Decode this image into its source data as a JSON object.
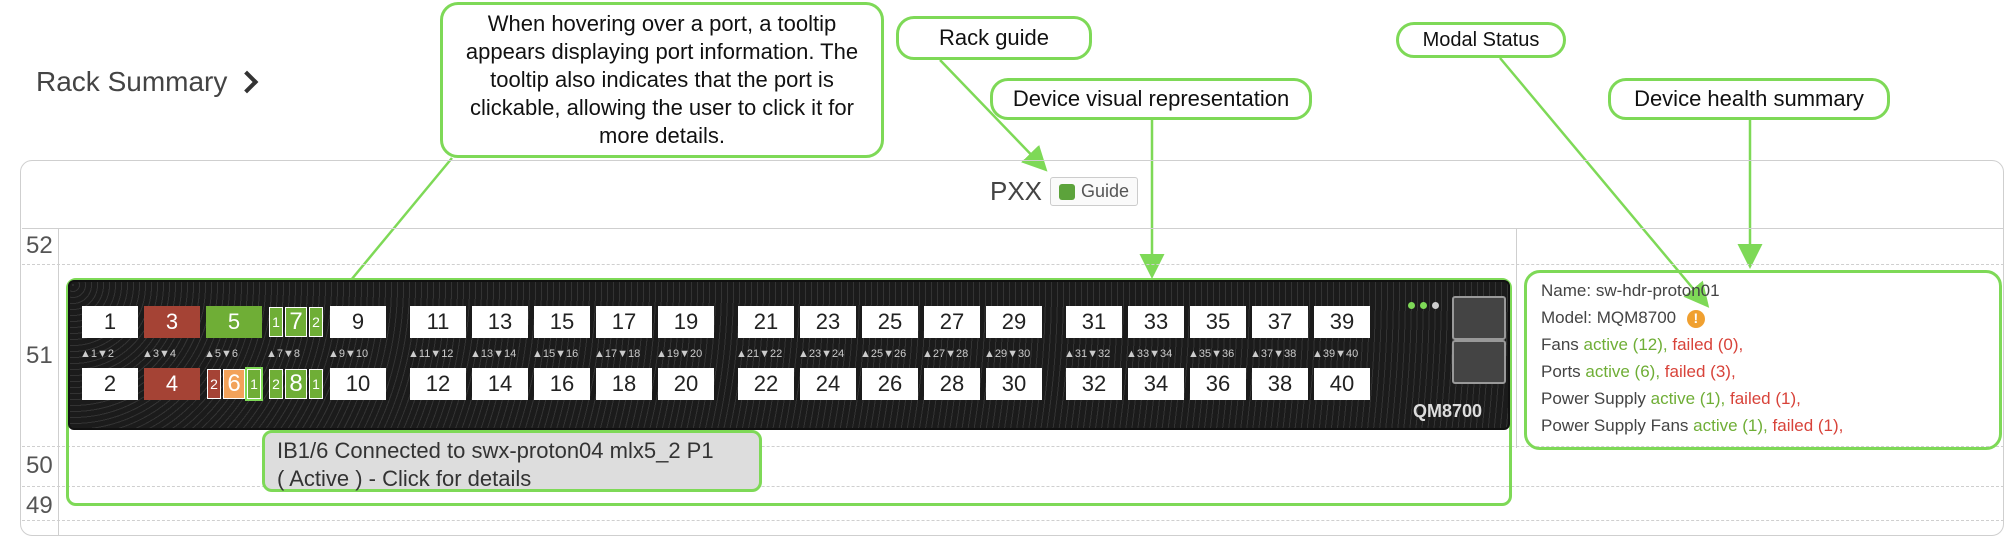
{
  "page": {
    "title": "Rack Summary"
  },
  "callouts": {
    "tooltip_note": "When hovering over a port, a tooltip appears displaying port information. The tooltip also indicates that the port is clickable, allowing the user to click it for more details.",
    "rack_guide": "Rack guide",
    "device_visual": "Device visual representation",
    "modal_status": "Modal Status",
    "health_summary": "Device health summary"
  },
  "rack": {
    "name": "PXX",
    "guide_label": "Guide",
    "units": [
      "52",
      "51",
      "50",
      "49"
    ]
  },
  "switch": {
    "model": "QM8700",
    "top_ports": [
      {
        "label": "1",
        "state": "normal"
      },
      {
        "label": "3",
        "state": "red"
      },
      {
        "label": "5",
        "state": "green"
      },
      {
        "label": "7",
        "state": "split",
        "lanes": [
          "1",
          "7",
          "2"
        ]
      },
      {
        "label": "9",
        "state": "normal"
      },
      {
        "label": "11",
        "state": "normal"
      },
      {
        "label": "13",
        "state": "normal"
      },
      {
        "label": "15",
        "state": "normal"
      },
      {
        "label": "17",
        "state": "normal"
      },
      {
        "label": "19",
        "state": "normal"
      },
      {
        "label": "21",
        "state": "normal"
      },
      {
        "label": "23",
        "state": "normal"
      },
      {
        "label": "25",
        "state": "normal"
      },
      {
        "label": "27",
        "state": "normal"
      },
      {
        "label": "29",
        "state": "normal"
      },
      {
        "label": "31",
        "state": "normal"
      },
      {
        "label": "33",
        "state": "normal"
      },
      {
        "label": "35",
        "state": "normal"
      },
      {
        "label": "37",
        "state": "normal"
      },
      {
        "label": "39",
        "state": "normal"
      }
    ],
    "bottom_ports": [
      {
        "label": "2",
        "state": "normal"
      },
      {
        "label": "4",
        "state": "red"
      },
      {
        "label": "6",
        "state": "split6",
        "lanes": [
          "2",
          "6",
          "1"
        ]
      },
      {
        "label": "8",
        "state": "split",
        "lanes": [
          "2",
          "8",
          "1"
        ]
      },
      {
        "label": "10",
        "state": "normal"
      },
      {
        "label": "12",
        "state": "normal"
      },
      {
        "label": "14",
        "state": "normal"
      },
      {
        "label": "16",
        "state": "normal"
      },
      {
        "label": "18",
        "state": "normal"
      },
      {
        "label": "20",
        "state": "normal"
      },
      {
        "label": "22",
        "state": "normal"
      },
      {
        "label": "24",
        "state": "normal"
      },
      {
        "label": "26",
        "state": "normal"
      },
      {
        "label": "28",
        "state": "normal"
      },
      {
        "label": "30",
        "state": "normal"
      },
      {
        "label": "32",
        "state": "normal"
      },
      {
        "label": "34",
        "state": "normal"
      },
      {
        "label": "36",
        "state": "normal"
      },
      {
        "label": "38",
        "state": "normal"
      },
      {
        "label": "40",
        "state": "normal"
      }
    ],
    "pair_labels": [
      "▲1▼2",
      "▲3▼4",
      "▲5▼6",
      "▲7▼8",
      "▲9▼10",
      "▲11▼12",
      "▲13▼14",
      "▲15▼16",
      "▲17▼18",
      "▲19▼20",
      "▲21▼22",
      "▲23▼24",
      "▲25▼26",
      "▲27▼28",
      "▲29▼30",
      "▲31▼32",
      "▲33▼34",
      "▲35▼36",
      "▲37▼38",
      "▲39▼40"
    ]
  },
  "tooltip": {
    "line1": "IB1/6 Connected to swx-proton04 mlx5_2 P1",
    "line2": "( Active ) - Click for details"
  },
  "health": {
    "name_label": "Name:",
    "name_value": "sw-hdr-proton01",
    "model_label": "Model:",
    "model_value": "MQM8700",
    "model_warning": "!",
    "fans_label": "Fans",
    "fans_active": "active (12),",
    "fans_failed": "failed (0),",
    "ports_label": "Ports",
    "ports_active": "active (6),",
    "ports_failed": "failed (3),",
    "ps_label": "Power Supply",
    "ps_active": "active (1),",
    "ps_failed": "failed (1),",
    "psf_label": "Power Supply Fans",
    "psf_active": "active (1),",
    "psf_failed": "failed (1),"
  },
  "colors": {
    "callout_border": "#7ed957",
    "port_red": "#a54335",
    "port_green": "#6fae36",
    "port_orange": "#f2a25a"
  }
}
